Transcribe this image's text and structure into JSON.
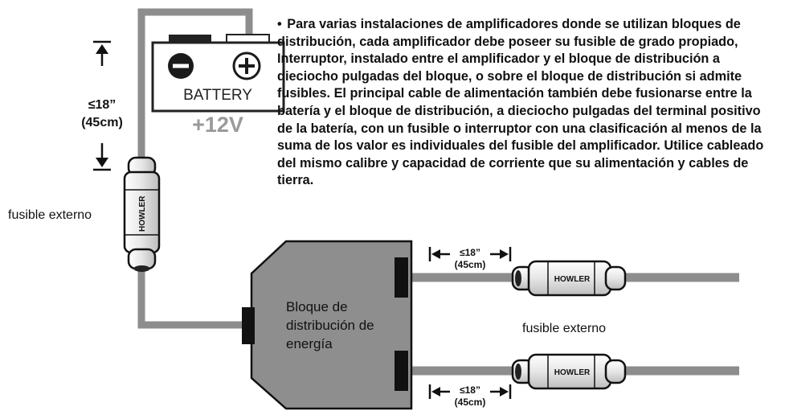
{
  "battery": {
    "minus_symbol": "−",
    "plus_symbol": "+",
    "label": "BATTERY",
    "voltage": "+12V"
  },
  "main_fuse_distance": {
    "line1": "≤18”",
    "line2": "(45cm)"
  },
  "main_fuse": {
    "label": "fusible externo",
    "brand": "HOWLER"
  },
  "paragraph": {
    "bullet": "•",
    "text": "Para varias instalaciones de amplificadores donde se utilizan bloques de distribución, cada amplificador debe poseer su fusible de grado propiado, Interruptor, instalado entre el amplificador y el bloque de distribución a dieciocho pulgadas del bloque, o sobre el bloque de distribución si admite fusibles. El principal cable de alimentación también debe fusionarse entre la batería y el bloque de distribución, a dieciocho pulgadas del terminal positivo de la batería, con un fusible o interruptor con una clasificación al menos de la suma de los valor es individuales del fusible del amplificador. Utilice cableado del mismo calibre y capacidad de corriente que su alimentación y cables de tierra."
  },
  "distribution_block": {
    "line1": "Bloque de",
    "line2": "distribución de",
    "line3": "energía"
  },
  "output_fuses": {
    "label": "fusible externo",
    "brand": "HOWLER",
    "top_distance": {
      "line1": "≤18”",
      "line2": "(45cm)"
    },
    "bottom_distance": {
      "line1": "≤18”",
      "line2": "(45cm)"
    }
  },
  "colors": {
    "wire": "#8d8d8d",
    "block_fill": "#8e8e8e",
    "battery_terminal": "#222222",
    "text": "#111111"
  }
}
